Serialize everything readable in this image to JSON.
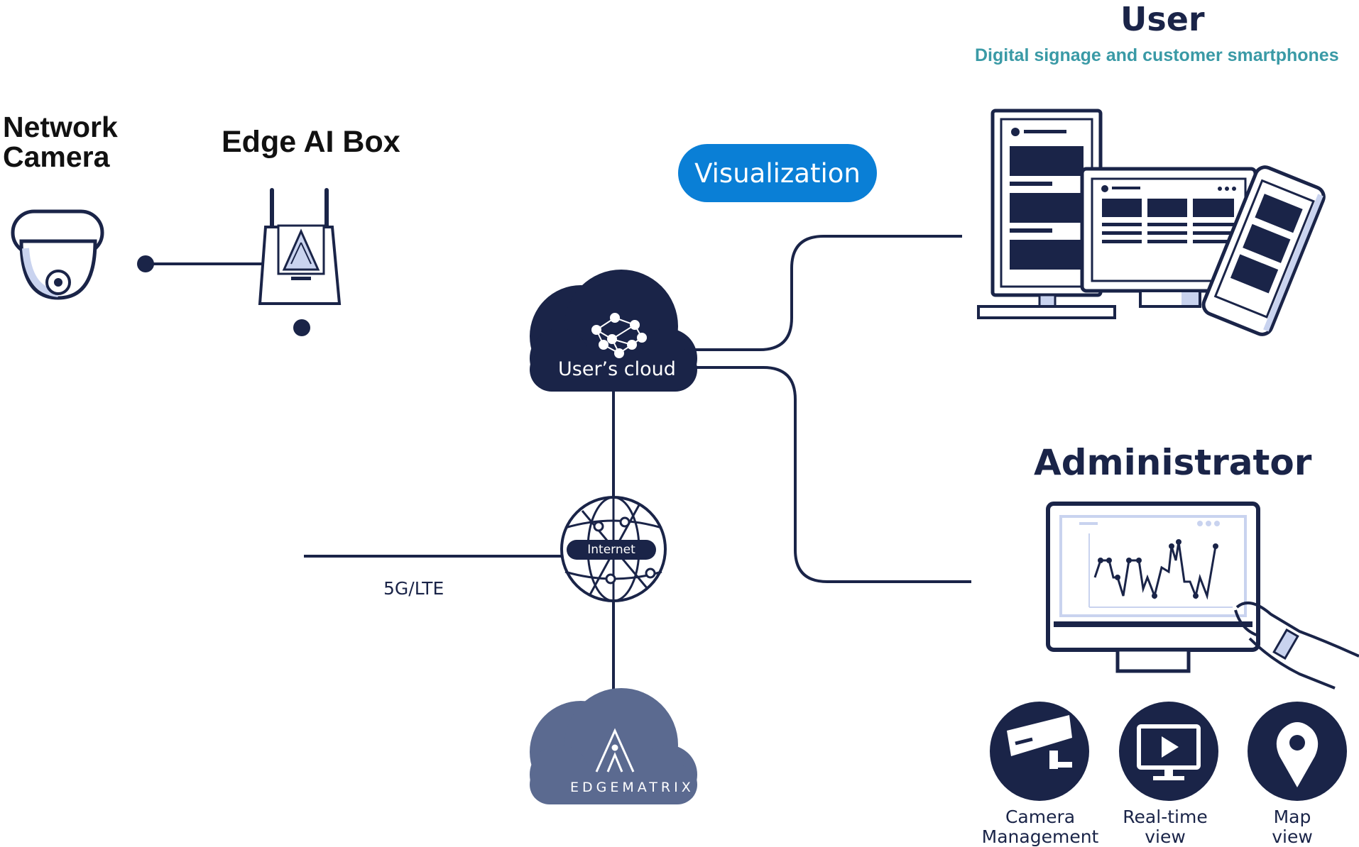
{
  "labels": {
    "network_camera_line1": "Network",
    "network_camera_line2": "Camera",
    "edge_ai_box": "Edge AI Box",
    "visualization": "Visualization",
    "users_cloud": "User’s cloud",
    "internet": "Internet",
    "lte": "5G/LTE",
    "edgematrix": "EDGEMATRIX",
    "user_title": "User",
    "user_subtitle": "Digital signage and customer smartphones",
    "admin_title": "Administrator"
  },
  "features": [
    {
      "line1": "Camera",
      "line2": "Management",
      "icon": "security-camera-icon"
    },
    {
      "line1": "Real-time",
      "line2": "view",
      "icon": "video-monitor-icon"
    },
    {
      "line1": "Map",
      "line2": "view",
      "icon": "map-pin-icon"
    }
  ],
  "colors": {
    "navy": "#1a2448",
    "accent_blue": "#0a7fd6",
    "teal": "#3a9aa6",
    "edgematrix_cloud": "#5b6a90",
    "light_blue": "#c9d3ef"
  }
}
